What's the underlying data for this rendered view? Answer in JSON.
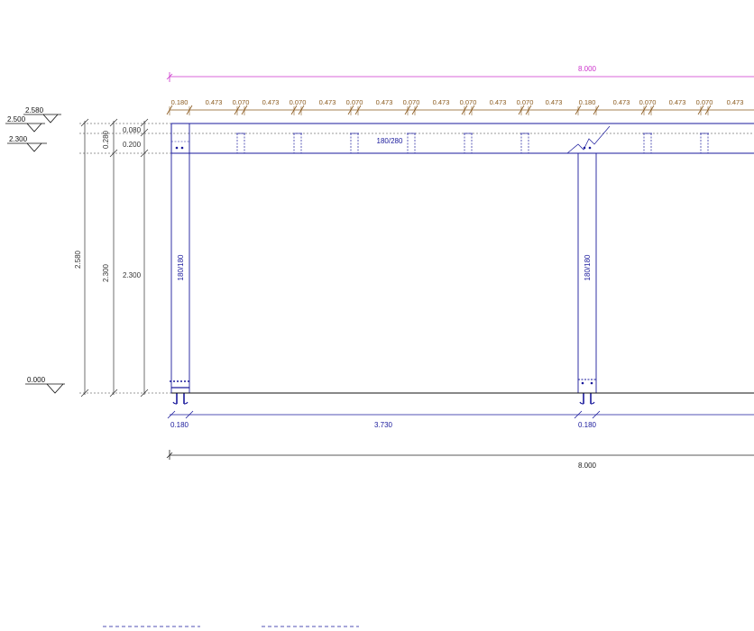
{
  "colors": {
    "background": "#ffffff",
    "overall_dim": "#cc33cc",
    "spacing_dim": "#8a5a1e",
    "structure": "#1a1a9c",
    "vertical_dims": "#333333",
    "ground": "#111111"
  },
  "levels": [
    {
      "label": "2.580"
    },
    {
      "label": "2.500"
    },
    {
      "label": "2.300"
    },
    {
      "label": "0.000"
    }
  ],
  "overall_top_dim": {
    "label": "8.000"
  },
  "spacing_dims": [
    "0.180",
    "0.473",
    "0.070",
    "0.473",
    "0.070",
    "0.473",
    "0.070",
    "0.473",
    "0.070",
    "0.473",
    "0.070",
    "0.473",
    "0.070",
    "0.473",
    "0.180",
    "0.473",
    "0.070",
    "0.473",
    "0.070",
    "0.473"
  ],
  "vertical_dims": {
    "total": "2.580",
    "post": "2.300",
    "post_clear": "2.300",
    "top_fascia": "0.080",
    "beam_section": "0.280",
    "beam_lower": "0.200"
  },
  "beam_label": "180/280",
  "post_labels": [
    "180/180",
    "180/180"
  ],
  "bottom_dims": {
    "post_left": "0.180",
    "clear_span": "3.730",
    "post_right": "0.180",
    "overall": "8.000"
  }
}
